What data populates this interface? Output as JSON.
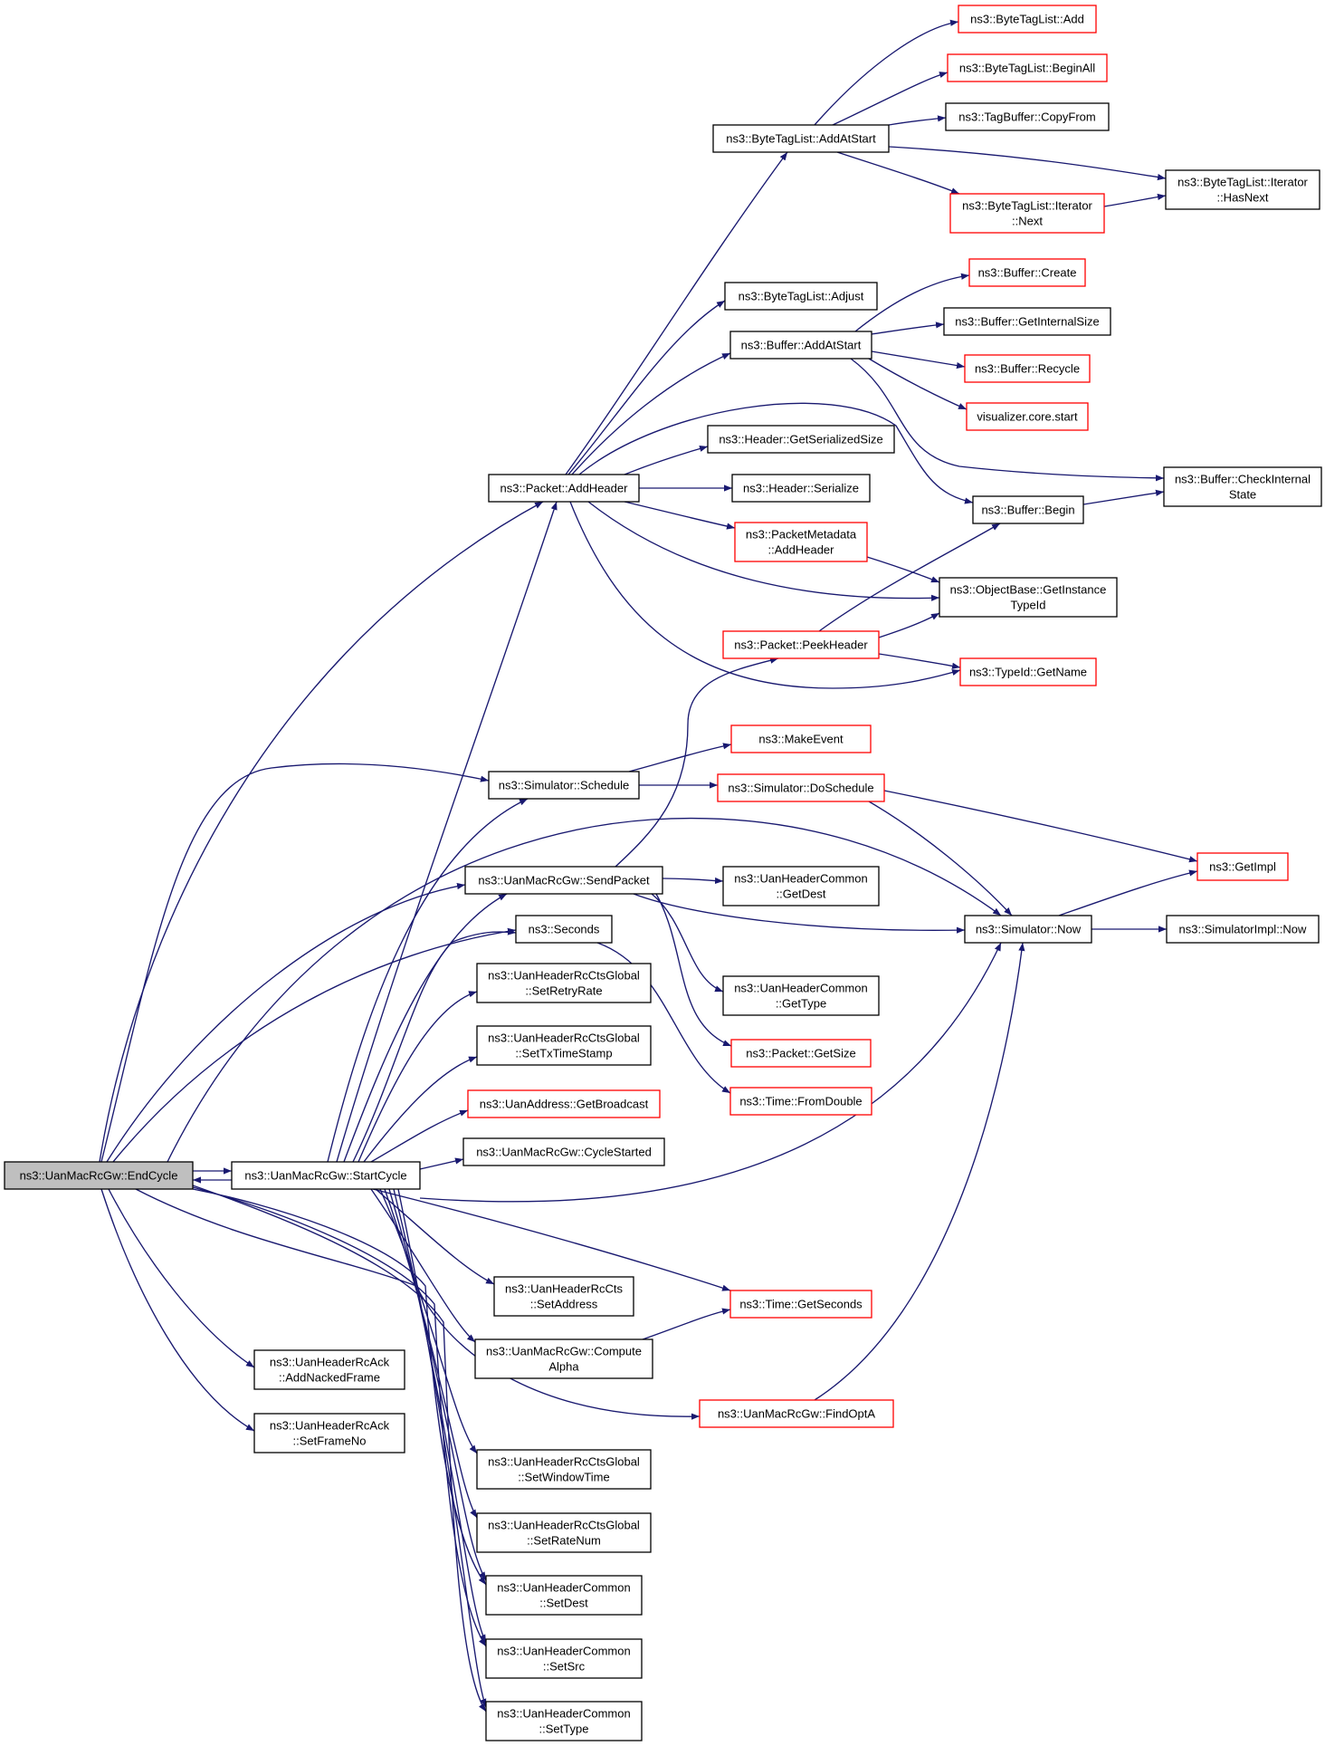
{
  "graph": {
    "direction": "left-to-right",
    "nodes": [
      {
        "id": "end_cycle",
        "lines": [
          "ns3::UanMacRcGw::EndCycle"
        ],
        "style": "root"
      },
      {
        "id": "start_cycle",
        "lines": [
          "ns3::UanMacRcGw::StartCycle"
        ],
        "style": "normal"
      },
      {
        "id": "add_nacked_frame",
        "lines": [
          "ns3::UanHeaderRcAck",
          "::AddNackedFrame"
        ],
        "style": "normal"
      },
      {
        "id": "set_frame_no",
        "lines": [
          "ns3::UanHeaderRcAck",
          "::SetFrameNo"
        ],
        "style": "normal"
      },
      {
        "id": "packet_add_header",
        "lines": [
          "ns3::Packet::AddHeader"
        ],
        "style": "normal"
      },
      {
        "id": "simulator_schedule",
        "lines": [
          "ns3::Simulator::Schedule"
        ],
        "style": "normal"
      },
      {
        "id": "send_packet",
        "lines": [
          "ns3::UanMacRcGw::SendPacket"
        ],
        "style": "normal"
      },
      {
        "id": "seconds",
        "lines": [
          "ns3::Seconds"
        ],
        "style": "normal"
      },
      {
        "id": "set_retry_rate",
        "lines": [
          "ns3::UanHeaderRcCtsGlobal",
          "::SetRetryRate"
        ],
        "style": "normal"
      },
      {
        "id": "set_tx_time_stamp",
        "lines": [
          "ns3::UanHeaderRcCtsGlobal",
          "::SetTxTimeStamp"
        ],
        "style": "normal"
      },
      {
        "id": "get_broadcast",
        "lines": [
          "ns3::UanAddress::GetBroadcast"
        ],
        "style": "red"
      },
      {
        "id": "cycle_started",
        "lines": [
          "ns3::UanMacRcGw::CycleStarted"
        ],
        "style": "normal"
      },
      {
        "id": "cts_set_address",
        "lines": [
          "ns3::UanHeaderRcCts",
          "::SetAddress"
        ],
        "style": "normal"
      },
      {
        "id": "compute_alpha",
        "lines": [
          "ns3::UanMacRcGw::Compute",
          "Alpha"
        ],
        "style": "normal"
      },
      {
        "id": "set_window_time",
        "lines": [
          "ns3::UanHeaderRcCtsGlobal",
          "::SetWindowTime"
        ],
        "style": "normal"
      },
      {
        "id": "set_rate_num",
        "lines": [
          "ns3::UanHeaderRcCtsGlobal",
          "::SetRateNum"
        ],
        "style": "normal"
      },
      {
        "id": "common_set_dest",
        "lines": [
          "ns3::UanHeaderCommon",
          "::SetDest"
        ],
        "style": "normal"
      },
      {
        "id": "common_set_src",
        "lines": [
          "ns3::UanHeaderCommon",
          "::SetSrc"
        ],
        "style": "normal"
      },
      {
        "id": "common_set_type",
        "lines": [
          "ns3::UanHeaderCommon",
          "::SetType"
        ],
        "style": "normal"
      },
      {
        "id": "btl_add_at_start",
        "lines": [
          "ns3::ByteTagList::AddAtStart"
        ],
        "style": "normal"
      },
      {
        "id": "btl_adjust",
        "lines": [
          "ns3::ByteTagList::Adjust"
        ],
        "style": "normal"
      },
      {
        "id": "buffer_add_at_start",
        "lines": [
          "ns3::Buffer::AddAtStart"
        ],
        "style": "normal"
      },
      {
        "id": "header_get_serialized_size",
        "lines": [
          "ns3::Header::GetSerializedSize"
        ],
        "style": "normal"
      },
      {
        "id": "header_serialize",
        "lines": [
          "ns3::Header::Serialize"
        ],
        "style": "normal"
      },
      {
        "id": "metadata_add_header",
        "lines": [
          "ns3::PacketMetadata",
          "::AddHeader"
        ],
        "style": "red"
      },
      {
        "id": "packet_peek_header",
        "lines": [
          "ns3::Packet::PeekHeader"
        ],
        "style": "red"
      },
      {
        "id": "make_event",
        "lines": [
          "ns3::MakeEvent"
        ],
        "style": "red"
      },
      {
        "id": "simulator_do_schedule",
        "lines": [
          "ns3::Simulator::DoSchedule"
        ],
        "style": "red"
      },
      {
        "id": "common_get_dest",
        "lines": [
          "ns3::UanHeaderCommon",
          "::GetDest"
        ],
        "style": "normal"
      },
      {
        "id": "common_get_type",
        "lines": [
          "ns3::UanHeaderCommon",
          "::GetType"
        ],
        "style": "normal"
      },
      {
        "id": "packet_get_size",
        "lines": [
          "ns3::Packet::GetSize"
        ],
        "style": "red"
      },
      {
        "id": "time_from_double",
        "lines": [
          "ns3::Time::FromDouble"
        ],
        "style": "red"
      },
      {
        "id": "time_get_seconds",
        "lines": [
          "ns3::Time::GetSeconds"
        ],
        "style": "red"
      },
      {
        "id": "find_opt_a",
        "lines": [
          "ns3::UanMacRcGw::FindOptA"
        ],
        "style": "red"
      },
      {
        "id": "btl_add",
        "lines": [
          "ns3::ByteTagList::Add"
        ],
        "style": "red"
      },
      {
        "id": "btl_begin_all",
        "lines": [
          "ns3::ByteTagList::BeginAll"
        ],
        "style": "red"
      },
      {
        "id": "tag_buffer_copy_from",
        "lines": [
          "ns3::TagBuffer::CopyFrom"
        ],
        "style": "normal"
      },
      {
        "id": "btl_iterator_next",
        "lines": [
          "ns3::ByteTagList::Iterator",
          "::Next"
        ],
        "style": "red"
      },
      {
        "id": "btl_iterator_has_next",
        "lines": [
          "ns3::ByteTagList::Iterator",
          "::HasNext"
        ],
        "style": "normal"
      },
      {
        "id": "buffer_create",
        "lines": [
          "ns3::Buffer::Create"
        ],
        "style": "red"
      },
      {
        "id": "buffer_get_internal_size",
        "lines": [
          "ns3::Buffer::GetInternalSize"
        ],
        "style": "normal"
      },
      {
        "id": "buffer_recycle",
        "lines": [
          "ns3::Buffer::Recycle"
        ],
        "style": "red"
      },
      {
        "id": "visualizer_core_start",
        "lines": [
          "visualizer.core.start"
        ],
        "style": "red"
      },
      {
        "id": "buffer_begin",
        "lines": [
          "ns3::Buffer::Begin"
        ],
        "style": "normal"
      },
      {
        "id": "buffer_check_internal_state",
        "lines": [
          "ns3::Buffer::CheckInternal",
          "State"
        ],
        "style": "normal"
      },
      {
        "id": "object_base_get_instance_type_id",
        "lines": [
          "ns3::ObjectBase::GetInstance",
          "TypeId"
        ],
        "style": "normal"
      },
      {
        "id": "type_id_get_name",
        "lines": [
          "ns3::TypeId::GetName"
        ],
        "style": "red"
      },
      {
        "id": "get_impl",
        "lines": [
          "ns3::GetImpl"
        ],
        "style": "red"
      },
      {
        "id": "simulator_now",
        "lines": [
          "ns3::Simulator::Now"
        ],
        "style": "normal"
      },
      {
        "id": "simulator_impl_now",
        "lines": [
          "ns3::SimulatorImpl::Now"
        ],
        "style": "normal"
      }
    ],
    "edges": [
      {
        "from": "end_cycle",
        "to": "start_cycle"
      },
      {
        "from": "start_cycle",
        "to": "end_cycle"
      },
      {
        "from": "end_cycle",
        "to": "add_nacked_frame"
      },
      {
        "from": "end_cycle",
        "to": "set_frame_no"
      },
      {
        "from": "end_cycle",
        "to": "packet_add_header"
      },
      {
        "from": "end_cycle",
        "to": "simulator_schedule"
      },
      {
        "from": "end_cycle",
        "to": "send_packet"
      },
      {
        "from": "end_cycle",
        "to": "seconds"
      },
      {
        "from": "end_cycle",
        "to": "simulator_now"
      },
      {
        "from": "end_cycle",
        "to": "find_opt_a"
      },
      {
        "from": "end_cycle",
        "to": "common_set_dest"
      },
      {
        "from": "end_cycle",
        "to": "common_set_src"
      },
      {
        "from": "end_cycle",
        "to": "common_set_type"
      },
      {
        "from": "start_cycle",
        "to": "packet_add_header"
      },
      {
        "from": "start_cycle",
        "to": "simulator_schedule"
      },
      {
        "from": "start_cycle",
        "to": "send_packet"
      },
      {
        "from": "start_cycle",
        "to": "seconds"
      },
      {
        "from": "start_cycle",
        "to": "set_retry_rate"
      },
      {
        "from": "start_cycle",
        "to": "set_tx_time_stamp"
      },
      {
        "from": "start_cycle",
        "to": "get_broadcast"
      },
      {
        "from": "start_cycle",
        "to": "cycle_started"
      },
      {
        "from": "start_cycle",
        "to": "simulator_now"
      },
      {
        "from": "start_cycle",
        "to": "cts_set_address"
      },
      {
        "from": "start_cycle",
        "to": "time_get_seconds"
      },
      {
        "from": "start_cycle",
        "to": "compute_alpha"
      },
      {
        "from": "start_cycle",
        "to": "set_window_time"
      },
      {
        "from": "start_cycle",
        "to": "set_rate_num"
      },
      {
        "from": "start_cycle",
        "to": "common_set_dest"
      },
      {
        "from": "start_cycle",
        "to": "common_set_src"
      },
      {
        "from": "start_cycle",
        "to": "common_set_type"
      },
      {
        "from": "packet_add_header",
        "to": "btl_add_at_start"
      },
      {
        "from": "packet_add_header",
        "to": "btl_adjust"
      },
      {
        "from": "packet_add_header",
        "to": "buffer_add_at_start"
      },
      {
        "from": "packet_add_header",
        "to": "buffer_begin"
      },
      {
        "from": "packet_add_header",
        "to": "header_get_serialized_size"
      },
      {
        "from": "packet_add_header",
        "to": "header_serialize"
      },
      {
        "from": "packet_add_header",
        "to": "metadata_add_header"
      },
      {
        "from": "packet_add_header",
        "to": "object_base_get_instance_type_id"
      },
      {
        "from": "packet_add_header",
        "to": "type_id_get_name"
      },
      {
        "from": "btl_add_at_start",
        "to": "btl_add"
      },
      {
        "from": "btl_add_at_start",
        "to": "btl_begin_all"
      },
      {
        "from": "btl_add_at_start",
        "to": "tag_buffer_copy_from"
      },
      {
        "from": "btl_add_at_start",
        "to": "btl_iterator_has_next"
      },
      {
        "from": "btl_add_at_start",
        "to": "btl_iterator_next"
      },
      {
        "from": "btl_iterator_next",
        "to": "btl_iterator_has_next"
      },
      {
        "from": "buffer_add_at_start",
        "to": "buffer_create"
      },
      {
        "from": "buffer_add_at_start",
        "to": "buffer_get_internal_size"
      },
      {
        "from": "buffer_add_at_start",
        "to": "buffer_recycle"
      },
      {
        "from": "buffer_add_at_start",
        "to": "visualizer_core_start"
      },
      {
        "from": "buffer_add_at_start",
        "to": "buffer_check_internal_state"
      },
      {
        "from": "buffer_begin",
        "to": "buffer_check_internal_state"
      },
      {
        "from": "metadata_add_header",
        "to": "object_base_get_instance_type_id"
      },
      {
        "from": "packet_peek_header",
        "to": "buffer_begin"
      },
      {
        "from": "packet_peek_header",
        "to": "object_base_get_instance_type_id"
      },
      {
        "from": "packet_peek_header",
        "to": "type_id_get_name"
      },
      {
        "from": "simulator_schedule",
        "to": "make_event"
      },
      {
        "from": "simulator_schedule",
        "to": "simulator_do_schedule"
      },
      {
        "from": "simulator_do_schedule",
        "to": "get_impl"
      },
      {
        "from": "simulator_do_schedule",
        "to": "simulator_now"
      },
      {
        "from": "send_packet",
        "to": "packet_peek_header"
      },
      {
        "from": "send_packet",
        "to": "common_get_dest"
      },
      {
        "from": "send_packet",
        "to": "simulator_now"
      },
      {
        "from": "send_packet",
        "to": "common_get_type"
      },
      {
        "from": "send_packet",
        "to": "packet_get_size"
      },
      {
        "from": "seconds",
        "to": "time_from_double"
      },
      {
        "from": "simulator_now",
        "to": "get_impl"
      },
      {
        "from": "simulator_now",
        "to": "simulator_impl_now"
      },
      {
        "from": "compute_alpha",
        "to": "time_get_seconds"
      },
      {
        "from": "find_opt_a",
        "to": "simulator_now"
      }
    ]
  },
  "colors": {
    "edge": "#191970",
    "node_border": "#000000",
    "node_border_external": "#ff0000",
    "root_fill": "#bfbfbf",
    "background": "#ffffff"
  }
}
